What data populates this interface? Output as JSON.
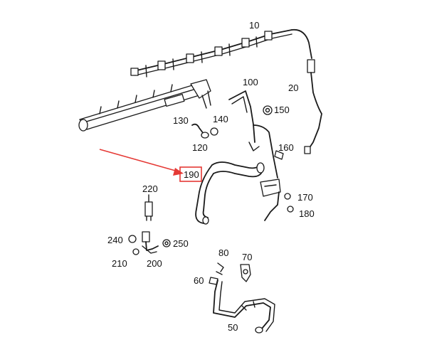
{
  "labels": {
    "p10": "10",
    "p20": "20",
    "p100": "100",
    "p150": "150",
    "p130": "130",
    "p140": "140",
    "p120": "120",
    "p160": "160",
    "p170": "170",
    "p180": "180",
    "p190": "190",
    "p220": "220",
    "p240": "240",
    "p250": "250",
    "p210": "210",
    "p200": "200",
    "p80": "80",
    "p70": "70",
    "p60": "60",
    "p50": "50"
  },
  "highlight": {
    "part": "190",
    "box_color": "#e53935",
    "arrow_color": "#e53935"
  }
}
